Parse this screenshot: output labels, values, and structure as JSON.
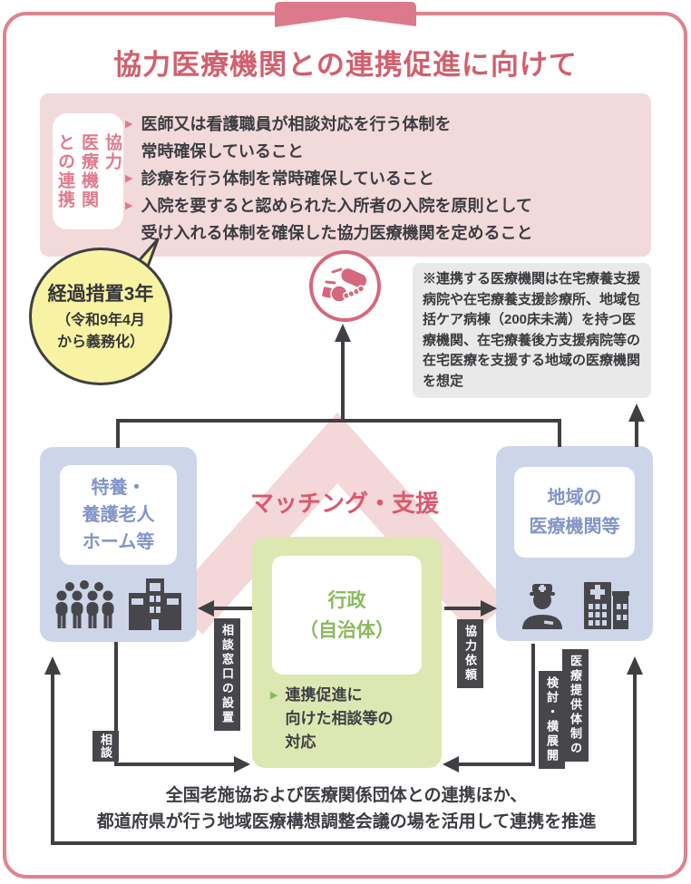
{
  "title": "協力医療機関との連携促進に向けて",
  "glyphs": {
    "bullet": "▶"
  },
  "requirements": {
    "side_label": "協力\n医療機関\nとの連携",
    "items": [
      "医師又は看護職員が相談対応を行う体制を\n常時確保していること",
      "診療を行う体制を常時確保していること",
      "入院を要すると認められた入所者の入院を原則として\n受け入れる体制を確保した協力医療機関を定めること"
    ]
  },
  "transition_bubble": {
    "title": "経過措置3年",
    "subtitle": "（令和9年4月\nから義務化）"
  },
  "handshake_badge": {
    "icon": "handshake-icon"
  },
  "note": "※連携する医療機関は在宅療養支援病院や在宅療養支援診療所、地域包括ケア病棟（200床未満）を持つ医療機関、在宅療養後方支援病院等の在宅医療を支援する地域の医療機関を想定",
  "matching_label": "マッチング・支援",
  "facility_box": {
    "title": "特養・\n養護老人\nホーム等",
    "icons": [
      "people-group-icon",
      "facility-building-icon"
    ]
  },
  "medical_box": {
    "title": "地域の\n医療機関等",
    "icons": [
      "doctor-icon",
      "hospital-icon"
    ]
  },
  "government_box": {
    "title": "行政\n（自治体）",
    "bullet": "連携促進に\n向けた相談等の\n対応"
  },
  "edge_labels": {
    "consult_window": "相談窓口の設置",
    "consult": "相談",
    "cooperation_request": "協力依頼",
    "medical_system_line1": "医療提供体制の",
    "medical_system_line2": "検討・横展開"
  },
  "bottom_note": "全国老施協および医療関係団体との連携ほか、\n都道府県が行う地域医療構想調整会議の場を活用して連携を推進",
  "colors": {
    "border_pink": "#e0828f",
    "ribbon_pink": "#dc7a8c",
    "title_red": "#d0606e",
    "panel_pink": "#f2dada",
    "chevron_pink": "#f4d7d8",
    "accent_pink_text": "#df7b8e",
    "matching_red": "#d9596f",
    "bubble_yellow": "#f8f2a3",
    "note_gray": "#e9e9e9",
    "entity_blue": "#cdd6e9",
    "entity_blue_text": "#8295c8",
    "gov_green": "#dce7b1",
    "gov_green_text": "#8cb85c",
    "badge_dark": "#47474b",
    "arrow_dark": "#3f3f44",
    "icon_dark": "#47474b",
    "handshake_pink": "#d5687c"
  }
}
